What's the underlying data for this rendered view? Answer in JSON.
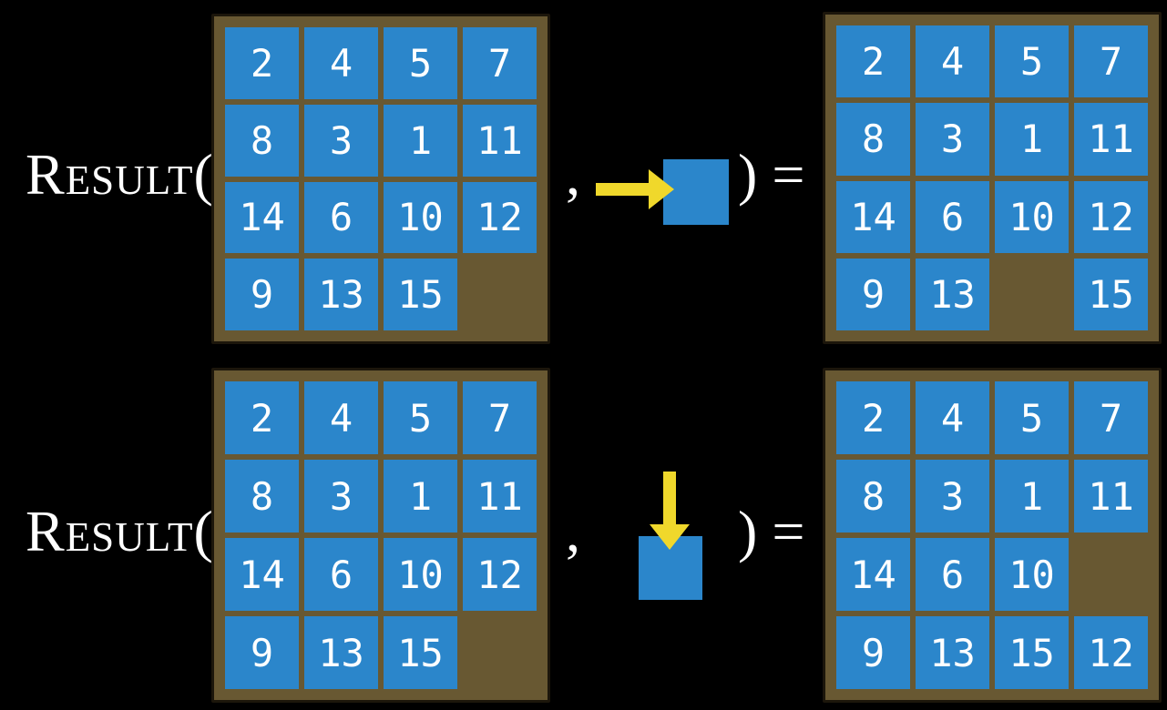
{
  "colors": {
    "background": "#000000",
    "text": "#ffffff",
    "frame": "#685832",
    "frame_border": "#1c160b",
    "tile": "#2b86cb",
    "tile_text": "#ffffff",
    "arrow": "#f0d82b"
  },
  "puzzle": {
    "rows": 4,
    "cols": 4
  },
  "examples": [
    {
      "function_name": "Result(",
      "comma": ",",
      "close_paren_equals": ") =",
      "action": {
        "direction": "right",
        "icon": "arrow-right-icon"
      },
      "input_grid": {
        "cells": [
          "2",
          "4",
          "5",
          "7",
          "8",
          "3",
          "1",
          "11",
          "14",
          "6",
          "10",
          "12",
          "9",
          "13",
          "15",
          null
        ]
      },
      "output_grid": {
        "cells": [
          "2",
          "4",
          "5",
          "7",
          "8",
          "3",
          "1",
          "11",
          "14",
          "6",
          "10",
          "12",
          "9",
          "13",
          null,
          "15"
        ]
      }
    },
    {
      "function_name": "Result(",
      "comma": ",",
      "close_paren_equals": ") =",
      "action": {
        "direction": "down",
        "icon": "arrow-down-icon"
      },
      "input_grid": {
        "cells": [
          "2",
          "4",
          "5",
          "7",
          "8",
          "3",
          "1",
          "11",
          "14",
          "6",
          "10",
          "12",
          "9",
          "13",
          "15",
          null
        ]
      },
      "output_grid": {
        "cells": [
          "2",
          "4",
          "5",
          "7",
          "8",
          "3",
          "1",
          "11",
          "14",
          "6",
          "10",
          null,
          "9",
          "13",
          "15",
          "12"
        ]
      }
    }
  ]
}
